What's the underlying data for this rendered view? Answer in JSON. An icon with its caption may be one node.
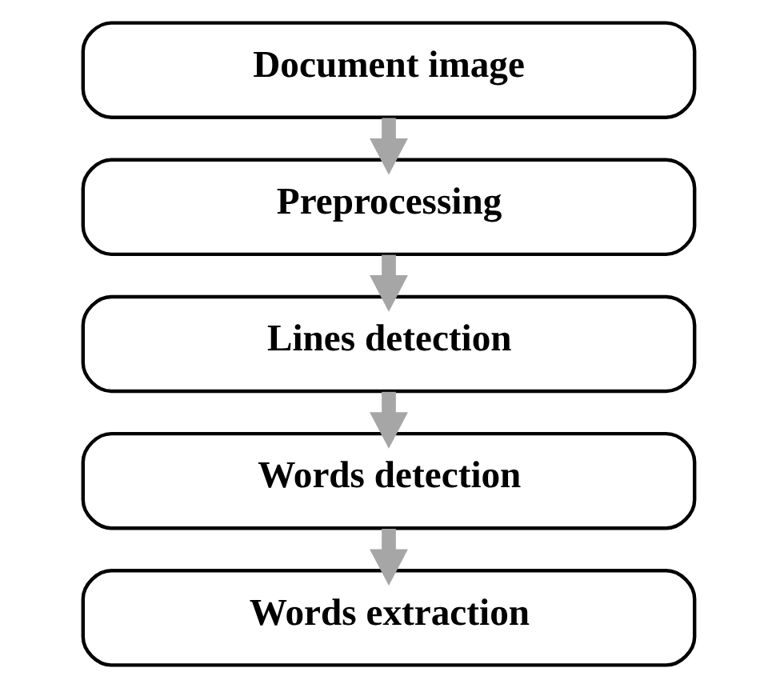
{
  "diagram": {
    "nodes": [
      {
        "text": [
          "Document image"
        ]
      },
      {
        "text": [
          "Preprocessing"
        ]
      },
      {
        "text": [
          "Lines detection"
        ]
      },
      {
        "text": [
          "Words detection"
        ]
      },
      {
        "text": [
          "Words extraction"
        ]
      }
    ],
    "edges": [
      {
        "from": 0,
        "to": 1,
        "arrow": "to"
      },
      {
        "from": 1,
        "to": 2,
        "arrow": "to"
      },
      {
        "from": 2,
        "to": 3,
        "arrow": "to"
      },
      {
        "from": 3,
        "to": 4,
        "arrow": "to"
      }
    ]
  }
}
